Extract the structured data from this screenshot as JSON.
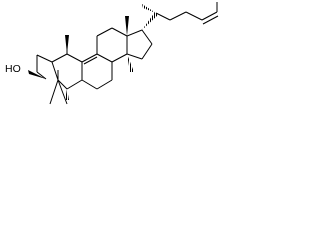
{
  "structure": {
    "hydroxyl_label": "HO",
    "bond_color": "#000000",
    "background": "#ffffff"
  },
  "stereocenters": [
    {
      "atom": "C10",
      "substituent": "methyl",
      "bond": "wedge"
    },
    {
      "atom": "C13",
      "substituent": "methyl",
      "bond": "wedge"
    },
    {
      "atom": "C3",
      "substituent": "hydroxyl",
      "bond": "wedge"
    },
    {
      "atom": "C5",
      "substituent": "hydrogen",
      "bond": "hash"
    },
    {
      "atom": "C14",
      "substituent": "hydrogen",
      "bond": "hash"
    },
    {
      "atom": "C17",
      "substituent": "side-chain",
      "bond": "hash"
    },
    {
      "atom": "C20",
      "substituent": "methyl",
      "bond": "hash"
    }
  ]
}
